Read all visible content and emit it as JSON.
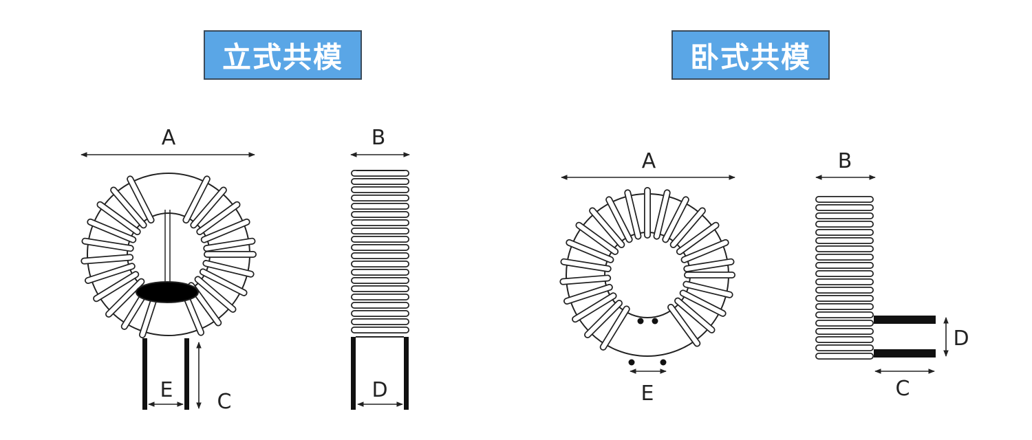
{
  "panels": [
    {
      "title": "立式共模",
      "labels": {
        "A": "A",
        "B": "B",
        "C": "C",
        "D": "D",
        "E": "E"
      }
    },
    {
      "title": "卧式共模",
      "labels": {
        "A": "A",
        "B": "B",
        "C": "C",
        "D": "D",
        "E": "E"
      }
    }
  ],
  "colors": {
    "title_bg": "#5aa6e6",
    "line": "#222222"
  }
}
